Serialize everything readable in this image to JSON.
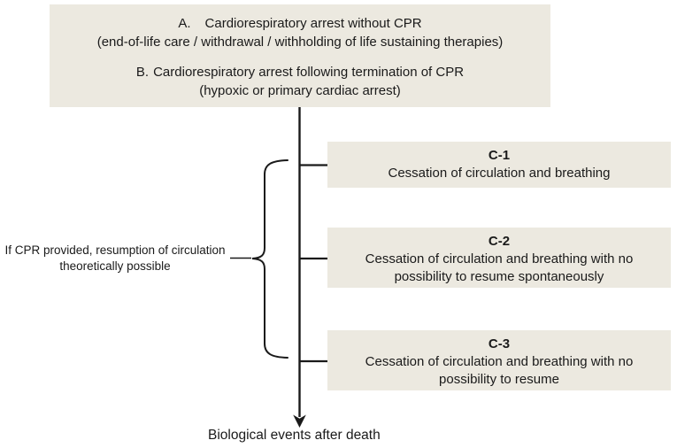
{
  "top_box": {
    "items": [
      {
        "label": "A.",
        "title": "Cardiorespiratory arrest without CPR",
        "note": "(end-of-life care / withdrawal / withholding of life sustaining therapies)"
      },
      {
        "label": "B.",
        "title": "Cardiorespiratory arrest following termination of CPR",
        "note": "(hypoxic or primary cardiac arrest)"
      }
    ]
  },
  "c_boxes": [
    {
      "id": "C-1",
      "text": "Cessation of circulation and breathing"
    },
    {
      "id": "C-2",
      "text": "Cessation of circulation and breathing with no possibility to resume spontaneously"
    },
    {
      "id": "C-3",
      "text": "Cessation of circulation and breathing with no possibility to resume"
    }
  ],
  "brace_label": {
    "line1": "If CPR provided, resumption of circulation",
    "line2": "theoretically possible"
  },
  "footer_label": "Biological events after death",
  "icons": {
    "down_arrowhead": "filled triangle at end of vertical flow line",
    "left_curly_brace": "brace grouping C-1, C-2, C-3"
  },
  "colors": {
    "box_fill": "#ece9e0",
    "line": "#1a1a1a",
    "text": "#1a1a1a",
    "background": "#ffffff"
  }
}
